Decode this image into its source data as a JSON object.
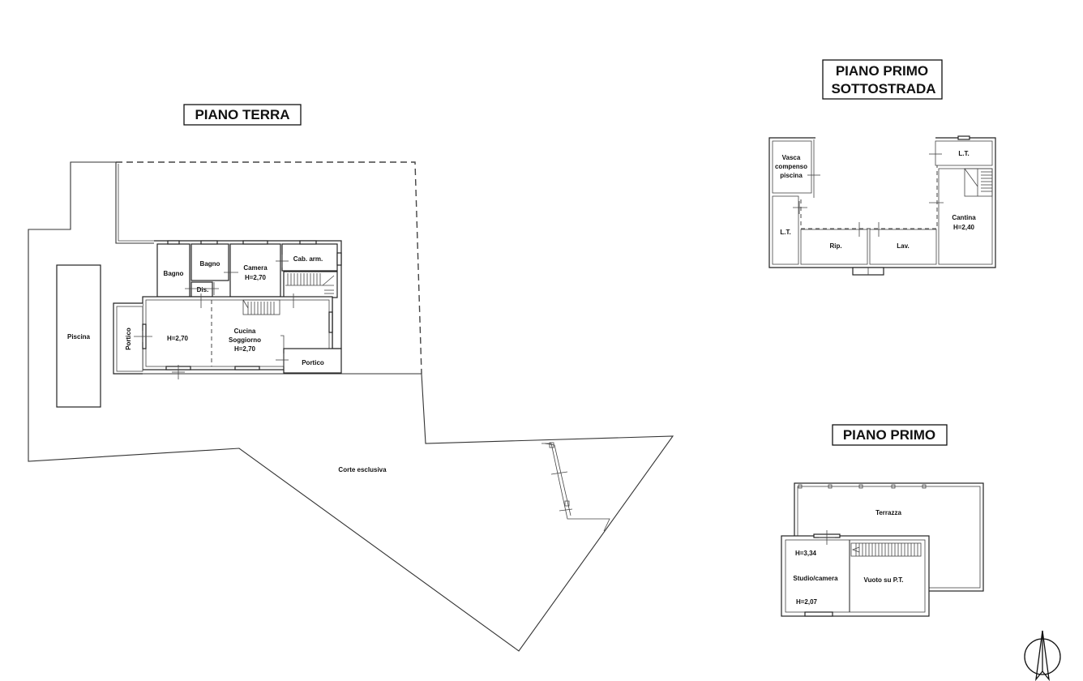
{
  "sections": {
    "ground": {
      "title": "PIANO TERRA",
      "rooms": {
        "bagno1": "Bagno",
        "bagno2": "Bagno",
        "camera": "Camera",
        "camera_h": "H=2,70",
        "cab": "Cab. arm.",
        "dis": "Dis.",
        "living_h": "H=2,70",
        "cucina": "Cucina",
        "soggiorno": "Soggiorno",
        "cucina_h": "H=2,70",
        "portico_left": "Portico",
        "portico_right": "Portico",
        "piscina": "Piscina",
        "corte": "Corte esclusiva"
      }
    },
    "basement": {
      "title_line1": "PIANO PRIMO",
      "title_line2": "SOTTOSTRADA",
      "rooms": {
        "vasca1": "Vasca",
        "vasca2": "compenso",
        "vasca3": "piscina",
        "lt_left": "L.T.",
        "rip": "Rip.",
        "lav": "Lav.",
        "lt_right": "L.T.",
        "cantina": "Cantina",
        "cantina_h": "H=2,40"
      }
    },
    "first": {
      "title": "PIANO PRIMO",
      "rooms": {
        "terrazza": "Terrazza",
        "h_top": "H=3,34",
        "studio": "Studio/camera",
        "h_bottom": "H=2,07",
        "vuoto": "Vuoto su P.T."
      }
    }
  },
  "icons": {
    "north_arrow": "north-arrow-icon"
  }
}
